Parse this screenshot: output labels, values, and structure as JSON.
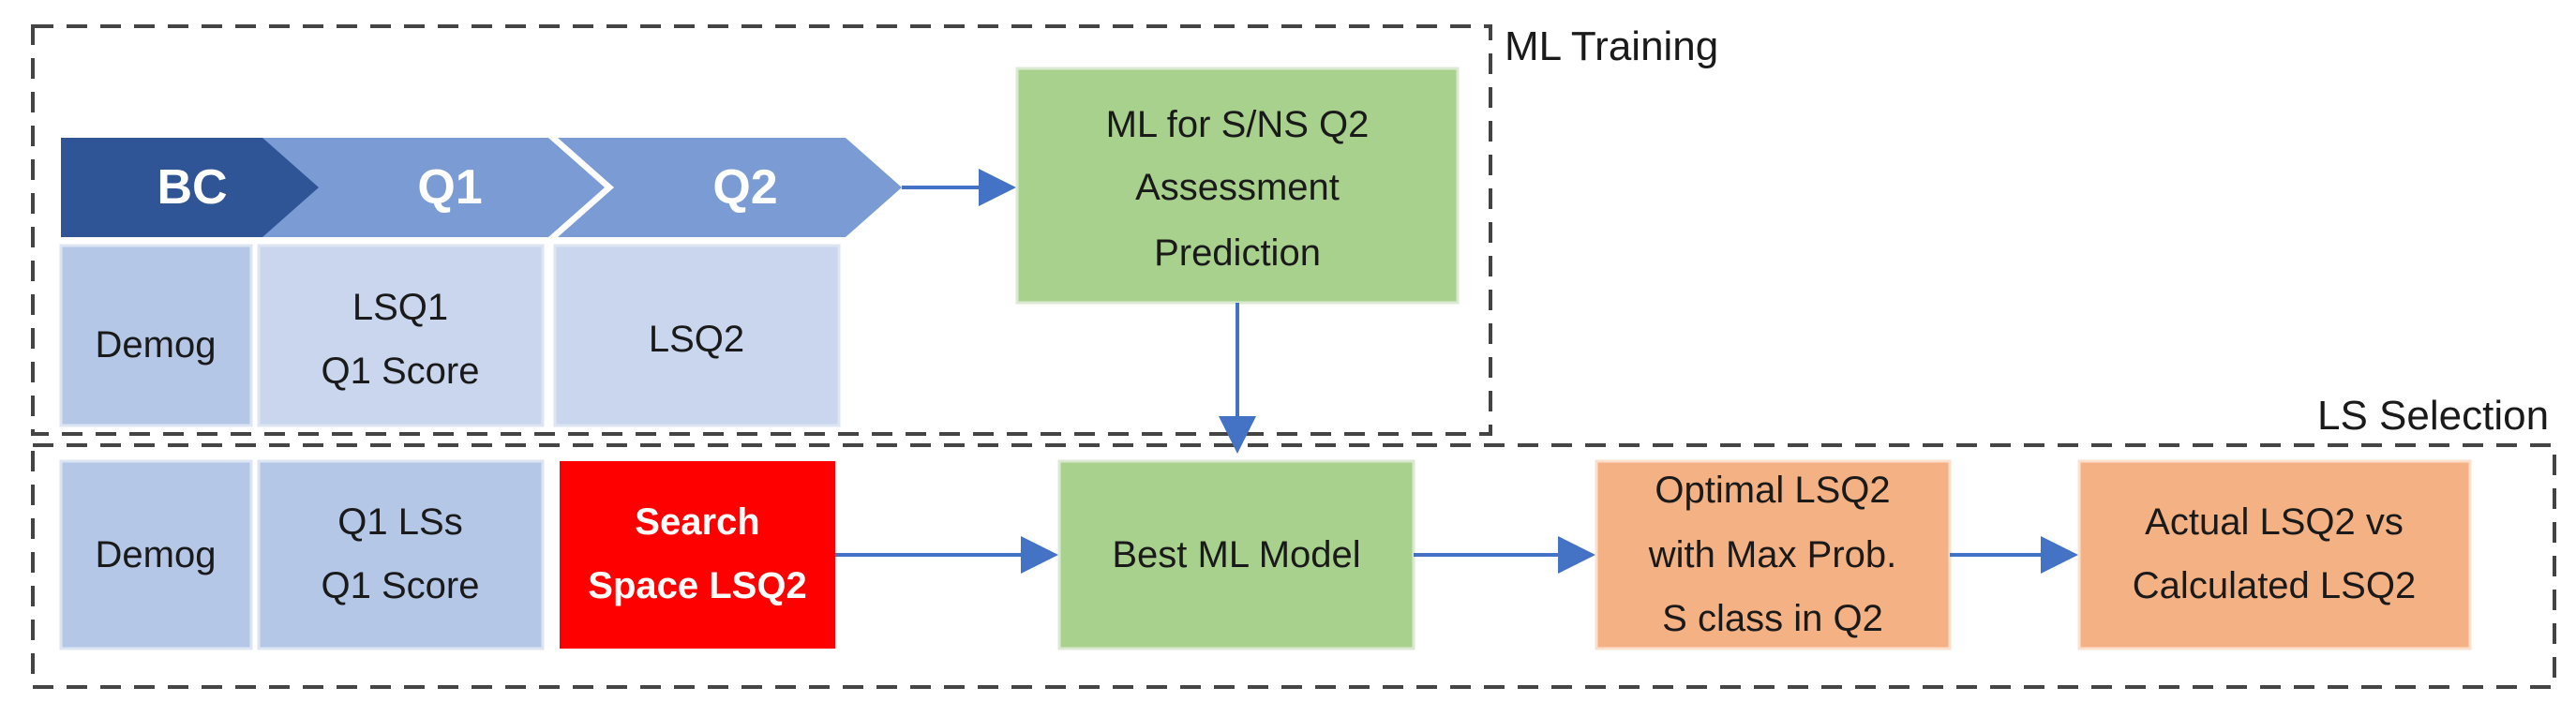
{
  "regions": {
    "training_label": "ML Training",
    "selection_label": "LS Selection"
  },
  "chevrons": {
    "bc": "BC",
    "q1": "Q1",
    "q2": "Q2"
  },
  "training_boxes": {
    "demog": "Demog",
    "q1_line1": "LSQ1",
    "q1_line2": "Q1 Score",
    "q2": "LSQ2"
  },
  "ml_box": {
    "line1": "ML for S/NS Q2",
    "line2": "Assessment",
    "line3": "Prediction"
  },
  "selection_boxes": {
    "demog": "Demog",
    "q1_line1": "Q1 LSs",
    "q1_line2": "Q1 Score",
    "search_line1": "Search",
    "search_line2": "Space LSQ2",
    "best_model": "Best ML Model",
    "optimal_line1": "Optimal LSQ2",
    "optimal_line2": "with Max Prob.",
    "optimal_line3": "S class in Q2",
    "actual_line1": "Actual LSQ2 vs",
    "actual_line2": "Calculated LSQ2"
  },
  "colors": {
    "chevron_dark": "#2F5597",
    "chevron_light": "#7A9BD3",
    "blue_box": "#B4C7E7",
    "blue_box_light": "#C9D6EE",
    "green_box": "#A9D18E",
    "search_box": "#FF0000",
    "orange_box": "#F4B183",
    "arrow": "#4472C4"
  }
}
